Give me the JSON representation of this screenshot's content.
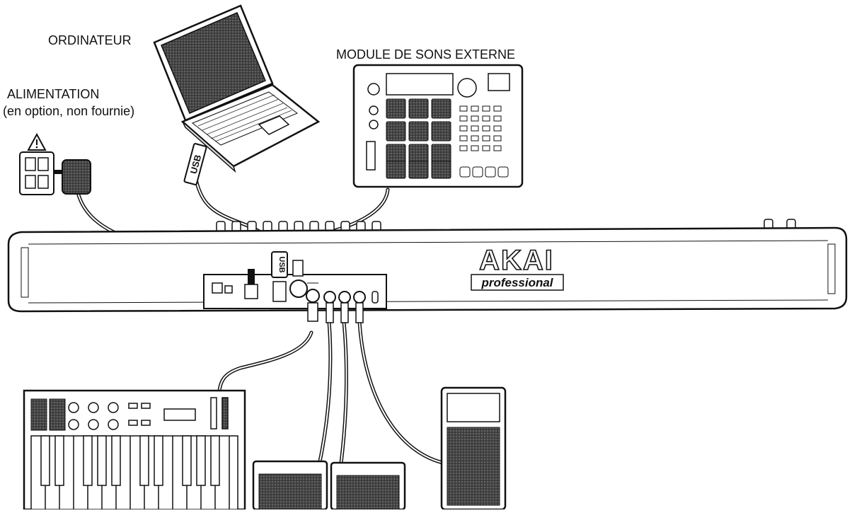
{
  "labels": {
    "computer": "ORDINATEUR",
    "sound_module": "MODULE DE SONS EXTERNE",
    "power_title": "ALIMENTATION",
    "power_note": "(en option, non fournie)"
  },
  "cable_labels": {
    "usb_cable": "USB",
    "usb_plug": "USB"
  },
  "brand": {
    "name": "AKAI",
    "tagline": "professional"
  },
  "colors": {
    "ink": "#111111",
    "body": "#f4f4f4",
    "dark_fill": "#3a3a3a",
    "screen_fill": "#2a2a2a"
  }
}
